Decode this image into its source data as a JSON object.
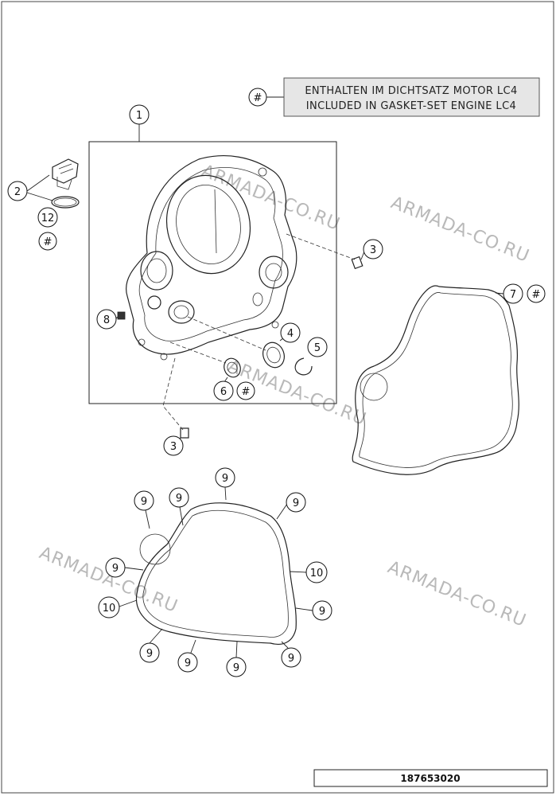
{
  "legend": {
    "marker": "#",
    "line_1": "ENTHALTEN IM DICHTSATZ MOTOR LC4",
    "line_2": "INCLUDED IN GASKET-SET ENGINE LC4"
  },
  "watermark": "ARMADA-CO.RU",
  "drawing_number": "187653020",
  "callouts": {
    "c1": "1",
    "c2": "2",
    "c12": "12",
    "c_hash_a": "#",
    "c3_top": "3",
    "c7": "7",
    "c_hash_b": "#",
    "c8": "8",
    "c4": "4",
    "c5": "5",
    "c6": "6",
    "c_hash_c": "#",
    "c3_bottom": "3",
    "g9_a": "9",
    "g9_b": "9",
    "g9_c": "9",
    "g9_d": "9",
    "g9_e": "9",
    "g10_a": "10",
    "g10_b": "10",
    "g9_f": "9",
    "g9_g": "9",
    "g9_h": "9",
    "g9_i": "9",
    "g9_j": "9"
  }
}
